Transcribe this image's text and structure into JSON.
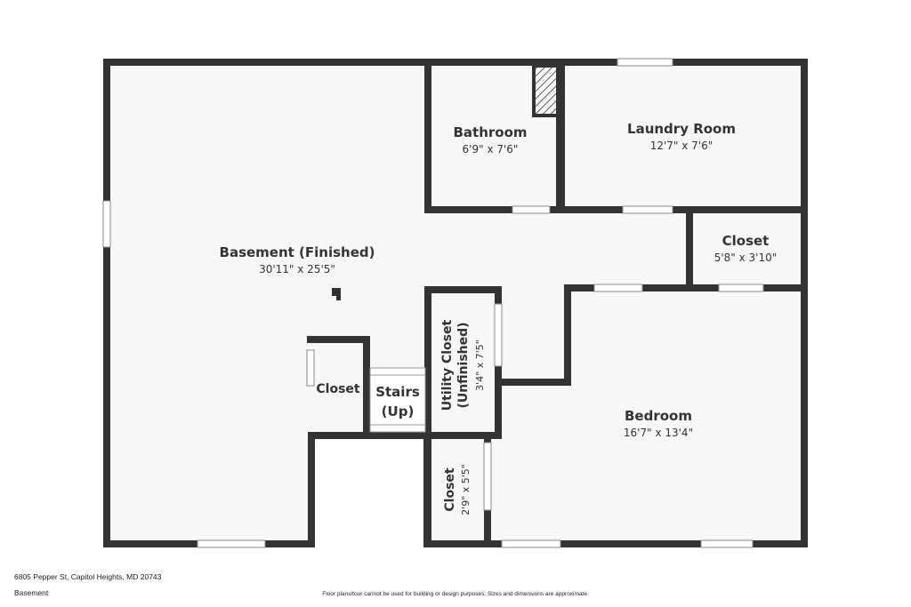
{
  "plan": {
    "rooms": [
      {
        "name": "Basement (Finished)",
        "dims": "30'11\" x 25'5\""
      },
      {
        "name": "Bathroom",
        "dims": "6'9\" x 7'6\""
      },
      {
        "name": "Laundry Room",
        "dims": "12'7\" x 7'6\""
      },
      {
        "name": "Closet",
        "dims": "5'8\" x 3'10\""
      },
      {
        "name": "Bedroom",
        "dims": "16'7\" x 13'4\""
      },
      {
        "name": "Closet"
      },
      {
        "name": "Stairs",
        "name2": "(Up)"
      },
      {
        "name": "Utility Closet",
        "name2": "(Unfinished)",
        "dims": "3'4\" x 7'5\""
      },
      {
        "name": "Closet",
        "dims": "2'9\" x 5'5\""
      }
    ]
  },
  "footer": {
    "address": "6805 Pepper St, Capitol Heights, MD 20743",
    "level": "Basement",
    "disclaimer": "Floor plans/tour cannot be used for building or design purposes. Sizes and dimensions are approximate."
  },
  "colors": {
    "wall": "#333333",
    "floor": "#f7f7f7",
    "window": "#ffffff"
  }
}
